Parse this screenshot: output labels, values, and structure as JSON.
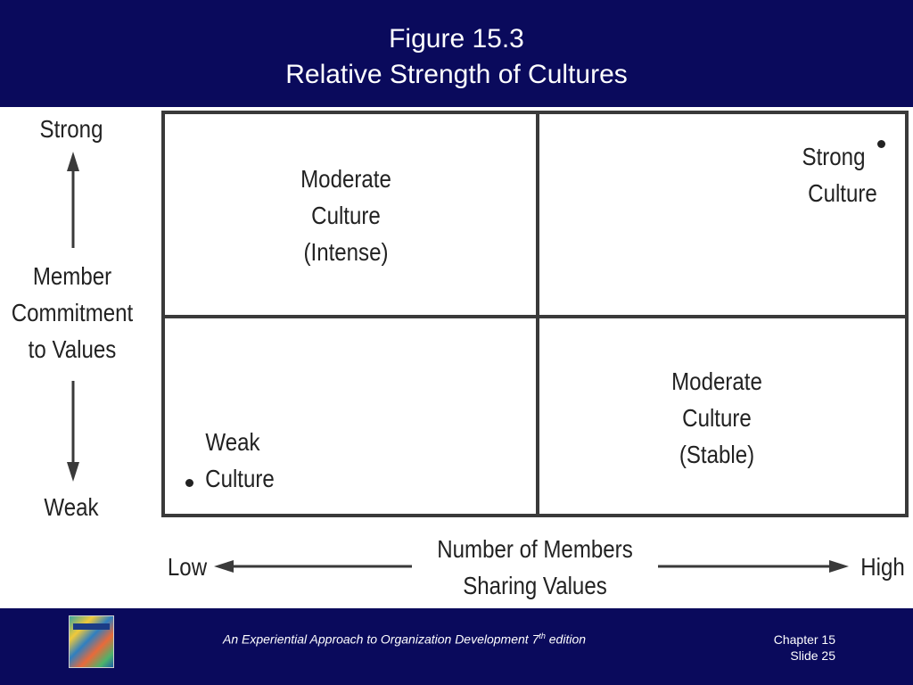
{
  "header": {
    "title_line1": "Figure 15.3",
    "title_line2": "Relative Strength of Cultures"
  },
  "diagram": {
    "y_axis": {
      "top_label": "Strong",
      "title_lines": [
        "Member",
        "Commitment",
        "to Values"
      ],
      "bottom_label": "Weak"
    },
    "x_axis": {
      "left_label": "Low",
      "title_lines": [
        "Number of Members",
        "Sharing Values"
      ],
      "right_label": "High"
    },
    "quadrants": {
      "top_left": [
        "Moderate",
        "Culture",
        "(Intense)"
      ],
      "top_right": [
        "Strong",
        "Culture"
      ],
      "bottom_left": [
        "Weak",
        "Culture"
      ],
      "bottom_right": [
        "Moderate",
        "Culture",
        "(Stable)"
      ]
    },
    "line_color": "#3a3a3a"
  },
  "footer": {
    "book_text": "An Experiential Approach to Organization Development 7",
    "book_sup": "th",
    "book_suffix": " edition",
    "chapter": "Chapter 15",
    "slide": "Slide 25",
    "cover_icon": "book-cover-icon"
  },
  "colors": {
    "header_bg": "#0a0a5c",
    "footer_bg": "#0a0a5c"
  }
}
